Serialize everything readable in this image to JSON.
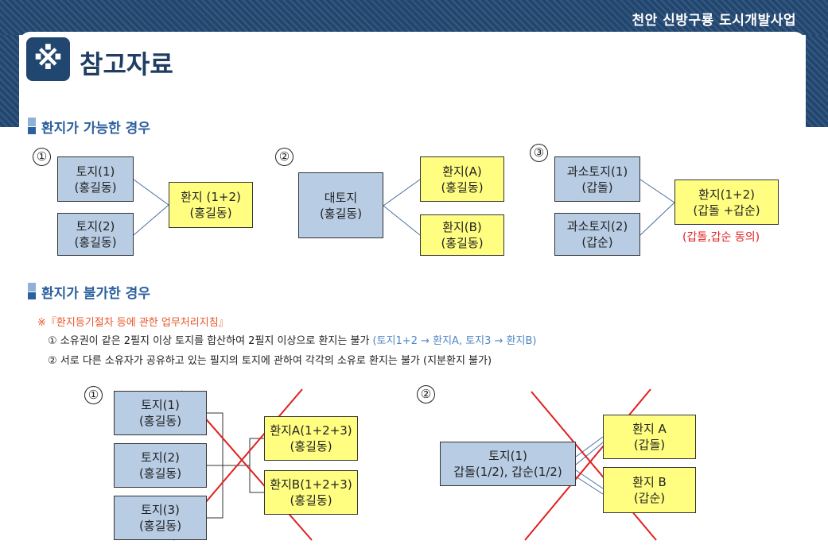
{
  "header": {
    "project_title": "천안 신방구룡 도시개발사업"
  },
  "page": {
    "logo_symbol": "※",
    "title": "참고자료"
  },
  "possible": {
    "title": "환지가 가능한 경우",
    "case1": {
      "num": "①",
      "src1": [
        "토지(1)",
        "(홍길동)"
      ],
      "src2": [
        "토지(2)",
        "(홍길동)"
      ],
      "dst": [
        "환지 (1+2)",
        "(홍길동)"
      ]
    },
    "case2": {
      "num": "②",
      "src": [
        "대토지",
        "(홍길동)"
      ],
      "dst1": [
        "환지(A)",
        "(홍길동)"
      ],
      "dst2": [
        "환지(B)",
        "(홍길동)"
      ]
    },
    "case3": {
      "num": "③",
      "src1": [
        "과소토지(1)",
        "(갑돌)"
      ],
      "src2": [
        "과소토지(2)",
        "(갑순)"
      ],
      "dst": [
        "환지(1+2)",
        "(갑돌 +갑순)"
      ],
      "note": "(갑돌,갑순 동의)"
    }
  },
  "impossible": {
    "title": "환지가 불가한 경우",
    "guideline": "※『환지등기절차 등에 관한 업무처리지침』",
    "rule1": {
      "text": "① 소유권이 같은 2필지 이상 토지를 합산하여 2필지 이상으로 환지는 불가 ",
      "example": "(토지1+2 → 환지A, 토지3 → 환지B)"
    },
    "rule2": {
      "text": "② 서로 다른 소유자가 공유하고 있는 필지의 토지에 관하여 각각의 소유로 환지는 불가 (지분환지 불가)"
    },
    "case1": {
      "num": "①",
      "src1": [
        "토지(1)",
        "(홍길동)"
      ],
      "src2": [
        "토지(2)",
        "(홍길동)"
      ],
      "src3": [
        "토지(3)",
        "(홍길동)"
      ],
      "dst1": [
        "환지A(1+2+3)",
        "(홍길동)"
      ],
      "dst2": [
        "환지B(1+2+3)",
        "(홍길동)"
      ]
    },
    "case2": {
      "num": "②",
      "src": [
        "토지(1)",
        "갑돌(1/2), 갑순(1/2)"
      ],
      "dst1": [
        "환지 A",
        "(갑돌)"
      ],
      "dst2": [
        "환지 B",
        "(갑순)"
      ]
    }
  },
  "colors": {
    "header": "#21466f",
    "box_blue": "#b8cce4",
    "box_yellow": "#fffe80",
    "cross": "#e02020",
    "accent": "#2b5f9e"
  }
}
